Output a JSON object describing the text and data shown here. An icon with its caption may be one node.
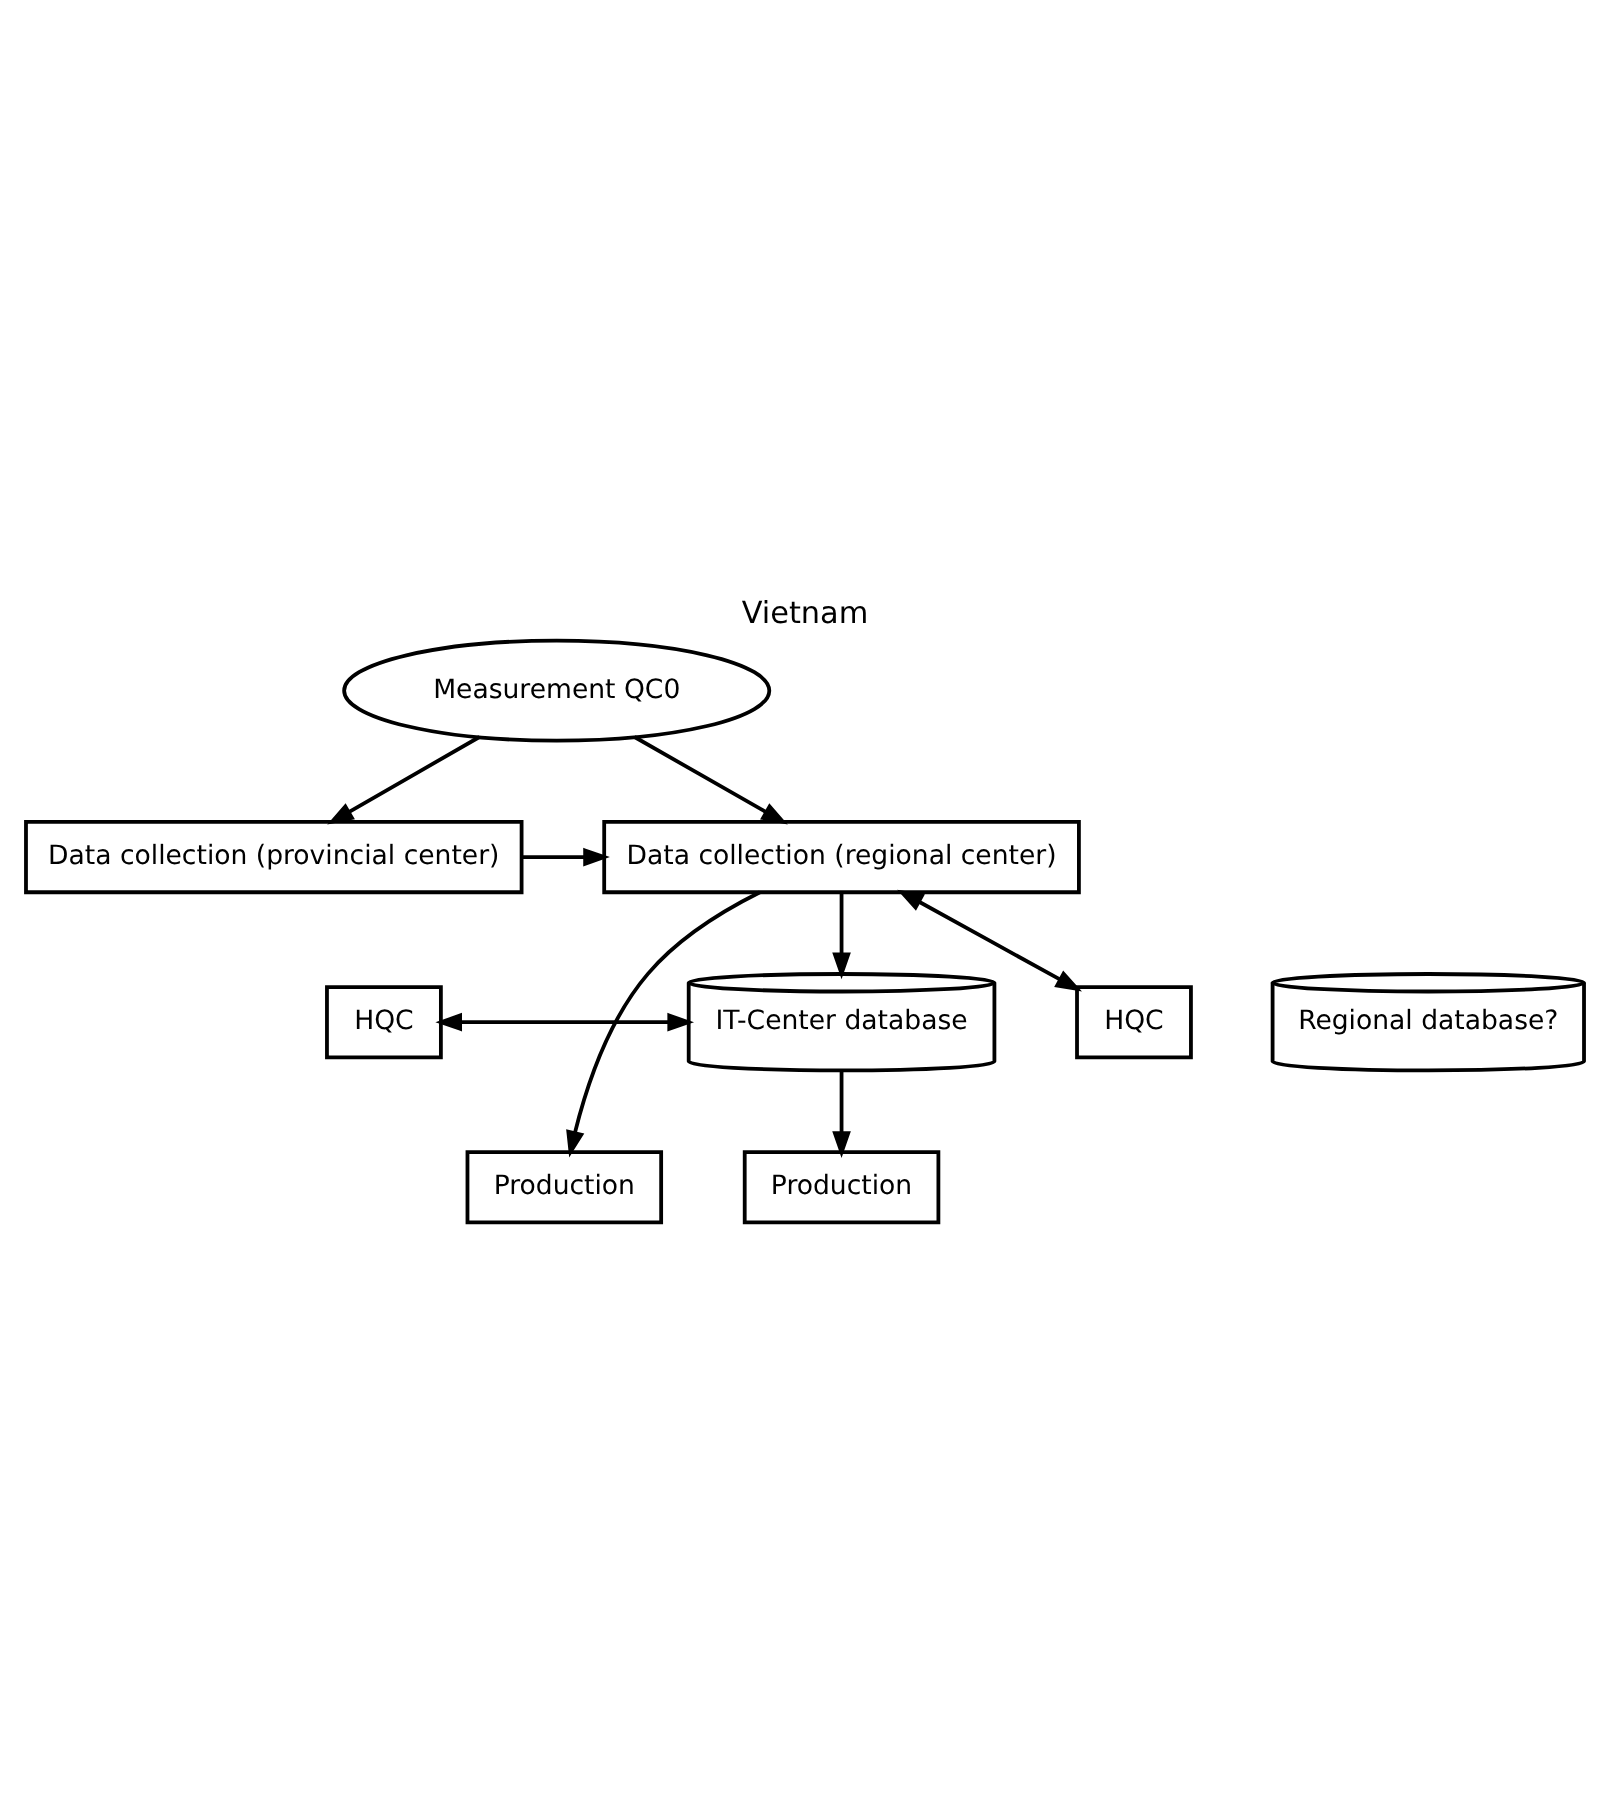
{
  "diagram": {
    "title": "Vietnam",
    "nodes": [
      {
        "text": [
          "Measurement QC0"
        ]
      },
      {
        "text": [
          "Data collection (regional center)"
        ]
      },
      {
        "text": [
          "Data collection (provincial center)"
        ]
      },
      {
        "text": [
          "HQC"
        ]
      },
      {
        "text": [
          "HQC"
        ]
      },
      {
        "text": [
          "IT-Center database"
        ]
      },
      {
        "text": [
          "Regional database?"
        ]
      },
      {
        "text": [
          "Production"
        ]
      },
      {
        "text": [
          "Production"
        ]
      }
    ],
    "edges": [
      {
        "from": 0,
        "to": 1,
        "arrow": "to"
      },
      {
        "from": 0,
        "to": 2,
        "arrow": "to"
      },
      {
        "from": 2,
        "to": 1,
        "arrow": "to"
      },
      {
        "from": 1,
        "to": 3,
        "arrow": "both"
      },
      {
        "from": 1,
        "to": 5,
        "arrow": "to"
      },
      {
        "from": 1,
        "to": 8,
        "arrow": "to"
      },
      {
        "from": 4,
        "to": 5,
        "arrow": "both"
      },
      {
        "from": 5,
        "to": 7,
        "arrow": "to"
      }
    ]
  }
}
